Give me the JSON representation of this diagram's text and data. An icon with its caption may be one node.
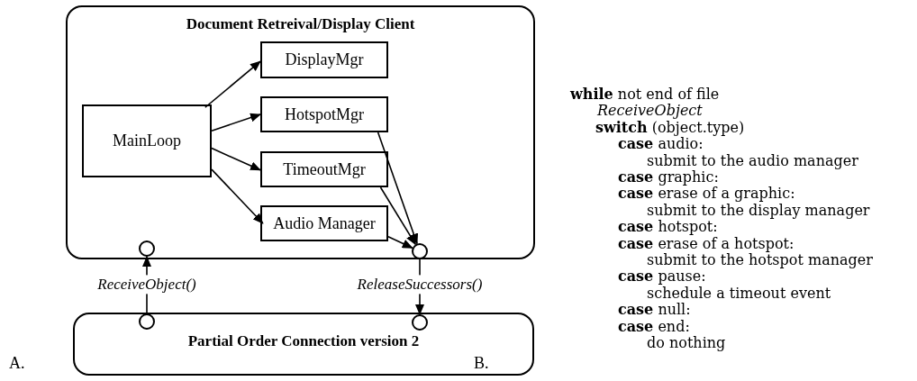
{
  "diagram": {
    "nodes": [
      {
        "text": [
          "Document Retreival/Display Client"
        ]
      },
      {
        "text": [
          "DisplayMgr"
        ],
        "in": 0
      },
      {
        "text": [
          "MainLoop"
        ],
        "in": 0
      },
      {
        "text": [
          "HotspotMgr"
        ],
        "in": 0
      },
      {
        "text": [
          "TimeoutMgr"
        ],
        "in": 0
      },
      {
        "text": [
          "Audio Manager"
        ],
        "in": 0
      },
      {
        "text": [],
        "shape": "circle",
        "in": 0
      },
      {
        "text": [],
        "shape": "circle",
        "in": 0
      },
      {
        "text": [
          "Partial Order Connection version 2"
        ]
      },
      {
        "text": [],
        "shape": "circle",
        "in": 8
      },
      {
        "text": [],
        "shape": "circle",
        "in": 8
      }
    ],
    "edges": [
      {
        "from": 2,
        "to": 1,
        "arrow": "to"
      },
      {
        "from": 2,
        "to": 3,
        "arrow": "to"
      },
      {
        "from": 2,
        "to": 4,
        "arrow": "to"
      },
      {
        "from": 2,
        "to": 5,
        "arrow": "to"
      },
      {
        "from": 3,
        "to": 7,
        "arrow": "to"
      },
      {
        "from": 4,
        "to": 7,
        "arrow": "to"
      },
      {
        "from": 5,
        "to": 7,
        "arrow": "to"
      },
      {
        "from": 9,
        "to": 6,
        "arrow": "to",
        "label": "ReceiveObject()"
      },
      {
        "from": 7,
        "to": 10,
        "arrow": "to",
        "label": "ReleaseSuccessors()"
      }
    ],
    "labels": [
      "**while** not end of file",
      "*ReceiveObject*",
      "**switch** (object.type)",
      "**case** audio:",
      "submit to the audio manager",
      "**case** graphic:",
      "**case** erase of a graphic:",
      "submit to the display manager",
      "**case** hotspot:",
      "**case** erase of a hotspot:",
      "submit to the hotspot manager",
      "**case** pause:",
      "schedule a timeout event",
      "**case** null:",
      "**case** end:",
      "do nothing",
      "A.",
      "B."
    ]
  }
}
